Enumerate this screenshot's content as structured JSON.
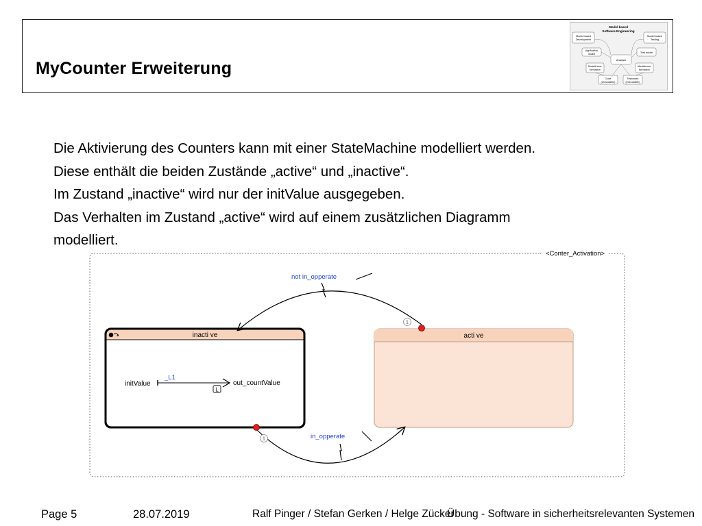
{
  "slide": {
    "title": "MyCounter Erweiterung",
    "paragraphs": [
      "Die Aktivierung des Counters kann mit einer StateMachine modelliert werden.",
      "Diese enthält die beiden Zustände „active“ und „inactive“.",
      "Im Zustand „inactive“ wird nur der initValue ausgegeben.",
      "Das Verhalten im Zustand „active“ wird auf einem zusätzlichen Diagramm",
      "modelliert."
    ]
  },
  "thumbnail": {
    "title_line1": "Model based",
    "title_line2": "Software Engineering",
    "mbd_line1": "Model based",
    "mbd_line2": "Development",
    "mbt_line1": "Model based",
    "mbt_line2": "Testing",
    "app_model_line1": "Application",
    "app_model_line2": "model",
    "test_model": "Test model",
    "analysis": "Analysis",
    "transform_left_line1": "Modeltrans-",
    "transform_left_line2": "formation",
    "transform_right_line1": "Modeltrans-",
    "transform_right_line2": "formation",
    "code_line1": "Code",
    "code_line2": "(executable)",
    "testcases_line1": "Testcases",
    "testcases_line2": "(executable)"
  },
  "diagram": {
    "frame_label": "<Conter_Activation>",
    "state_inactive": "inacti ve",
    "state_active": "acti ve",
    "transition_top_label": "not in_opperate",
    "transition_bottom_label": "in_opperate",
    "transition_top_priority": "1",
    "transition_bottom_priority": "1",
    "flow_input": "initValue",
    "flow_output": "out_countValue",
    "flow_line_label": "_L1",
    "flow_badge": "L",
    "colors": {
      "state_fill": "#fbe4d6",
      "header_fill": "#f8d3bc",
      "state_border": "#c49a82",
      "label_blue": "#1a3fcc",
      "marker_red": "#e02020"
    }
  },
  "footer": {
    "page": "Page 5",
    "date": "28.07.2019",
    "authors": "Ralf Pinger / Stefan Gerken / Helge Zücker",
    "course": "Übung - Software in sicherheitsrelevanten Systemen"
  }
}
